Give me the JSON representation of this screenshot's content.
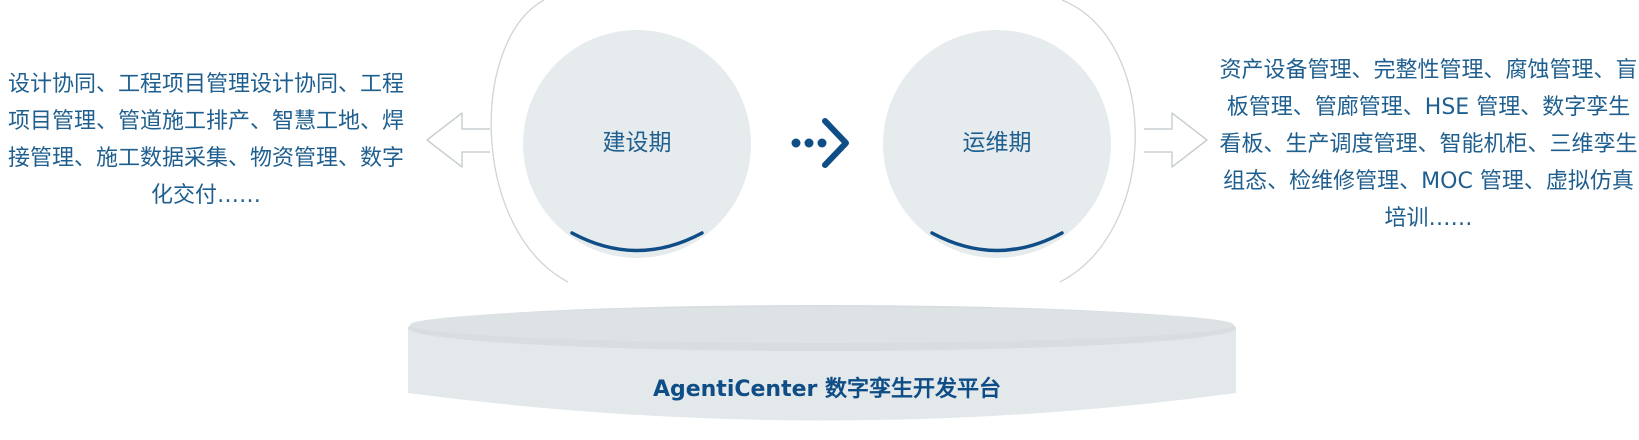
{
  "phases": {
    "construction": "建设期",
    "operations": "运维期"
  },
  "left_description": "设计协同、工程项目管理设计协同、工程项目管理、管道施工排产、智慧工地、焊接管理、施工数据采集、物资管理、数字化交付……",
  "right_description": "资产设备管理、完整性管理、腐蚀管理、盲板管理、管廊管理、HSE 管理、数字孪生看板、生产调度管理、智能机柜、三维孪生组态、检维修管理、MOC 管理、虚拟仿真培训……",
  "platform": {
    "label": "AgentiCenter 数字孪生开发平台"
  },
  "colors": {
    "accent": "#0f4d86",
    "text": "#1f5f8f",
    "circle_fill": "#e6ebee",
    "platform_fill": "#e3e8eb",
    "platform_top": "#d3d9dd",
    "outline": "#c9cfd3"
  },
  "icons": {
    "left_arrow": "outline-arrow-left",
    "right_arrow": "outline-arrow-right",
    "flow": "dots-chevron-right"
  }
}
